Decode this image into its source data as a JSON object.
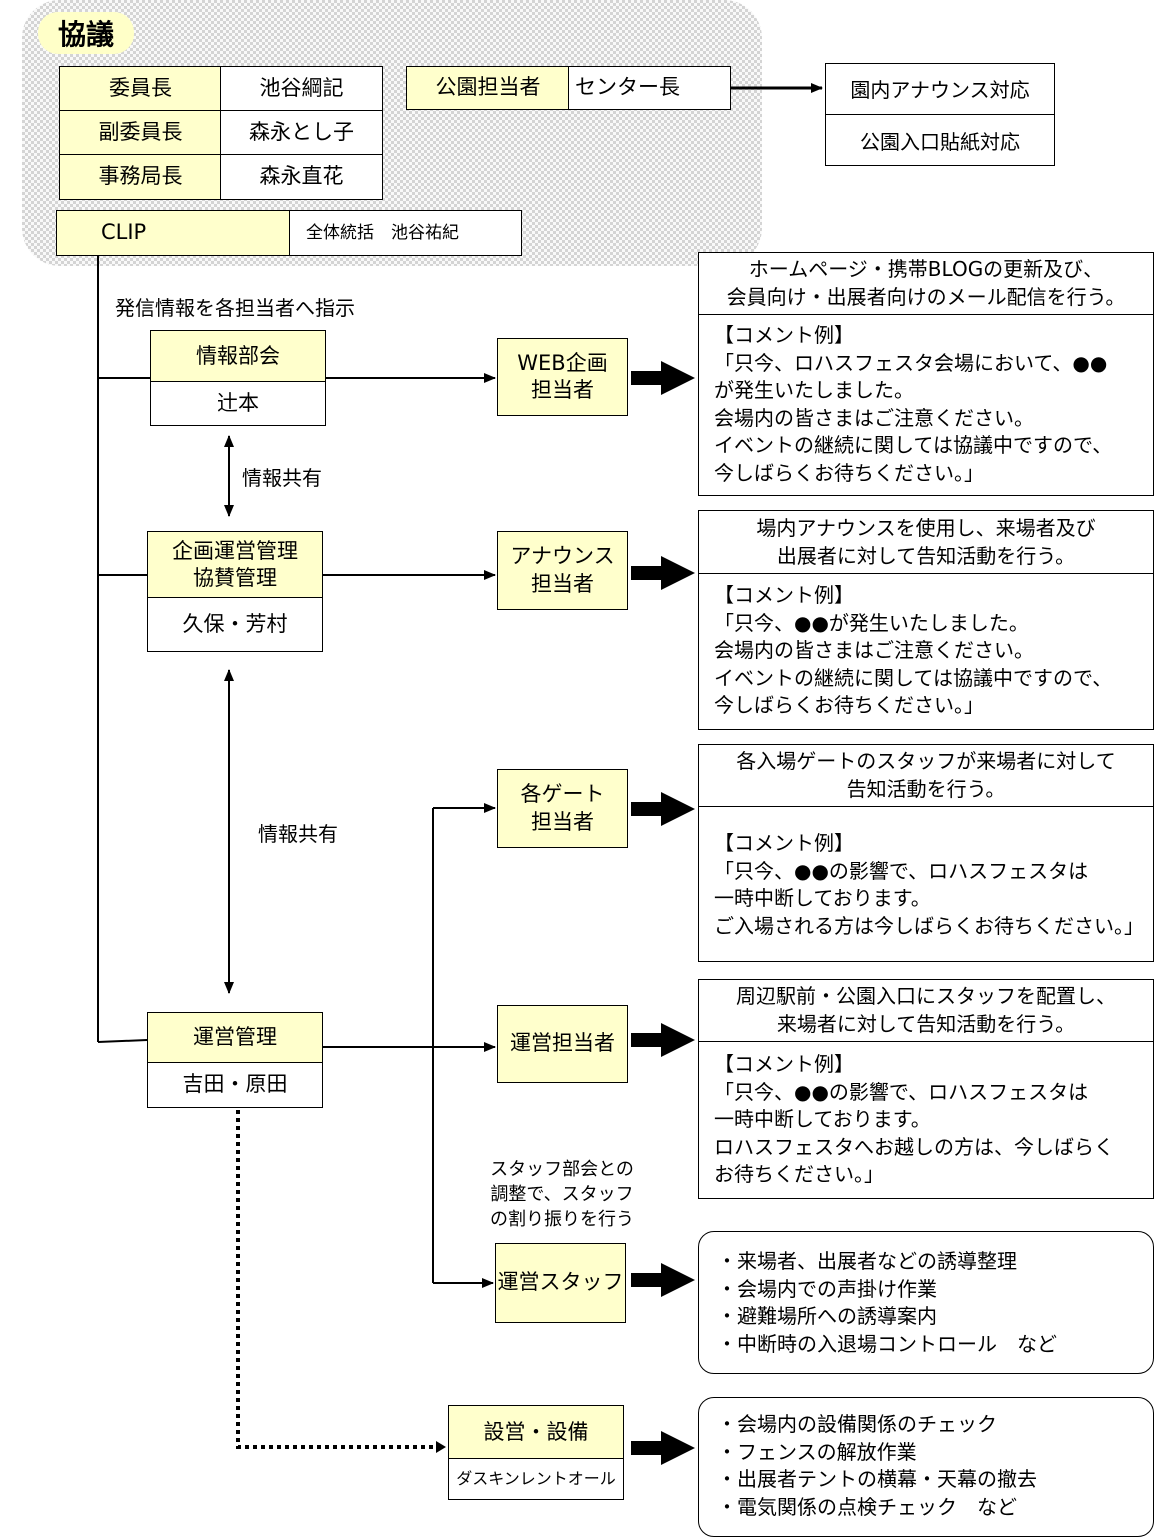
{
  "council": {
    "label": "協議",
    "officers": [
      {
        "role": "委員長",
        "name": "池谷綱記"
      },
      {
        "role": "副委員長",
        "name": "森永とし子"
      },
      {
        "role": "事務局長",
        "name": "森永直花"
      }
    ],
    "clip": {
      "label": "CLIP",
      "detail": "全体統括　池谷祐紀"
    },
    "park": {
      "role": "公園担当者",
      "name": "センター長"
    }
  },
  "park_tasks": [
    "園内アナウンス対応",
    "公園入口貼紙対応"
  ],
  "instruction_label": "発信情報を各担当者へ指示",
  "share_label": "情報共有",
  "departments": {
    "info": {
      "name": "情報部会",
      "members": "辻本"
    },
    "planning": {
      "name": "企画運営管理\n協賛管理",
      "members": "久保・芳村"
    },
    "operations": {
      "name": "運営管理",
      "members": "吉田・原田"
    },
    "setup": {
      "name": "設営・設備",
      "members": "ダスキンレントオール"
    }
  },
  "roles": {
    "web": "WEB企画\n担当者",
    "announce": "アナウンス\n担当者",
    "gate": "各ゲート\n担当者",
    "ops": "運営担当者",
    "staff": "運営スタッフ"
  },
  "staff_note": "スタッフ部会との\n調整で、スタッフ\nの割り振りを行う",
  "actions": {
    "web": {
      "desc": "ホームページ・携帯BLOGの更新及び、\n会員向け・出展者向けのメール配信を行う。",
      "comment": "【コメント例】\n「只今、ロハスフェスタ会場において、●●\nが発生いたしました。\n会場内の皆さまはご注意ください。\nイベントの継続に関しては協議中ですので、\n今しばらくお待ちください。」"
    },
    "announce": {
      "desc": "場内アナウンスを使用し、来場者及び\n出展者に対して告知活動を行う。",
      "comment": "【コメント例】\n「只今、●●が発生いたしました。\n会場内の皆さまはご注意ください。\nイベントの継続に関しては協議中ですので、\n今しばらくお待ちください。」"
    },
    "gate": {
      "desc": "各入場ゲートのスタッフが来場者に対して\n告知活動を行う。",
      "comment": "【コメント例】\n「只今、●●の影響で、ロハスフェスタは\n一時中断しております。\nご入場される方は今しばらくお待ちください。」"
    },
    "ops": {
      "desc": "周辺駅前・公園入口にスタッフを配置し、\n来場者に対して告知活動を行う。",
      "comment": "【コメント例】\n「只今、●●の影響で、ロハスフェスタは\n一時中断しております。\nロハスフェスタへお越しの方は、今しばらく\nお待ちください。」"
    },
    "staff": "・来場者、出展者などの誘導整理\n・会場内での声掛け作業\n・避難場所への誘導案内\n・中断時の入退場コントロール　など",
    "setup": "・会場内の設備関係のチェック\n・フェンスの解放作業\n・出展者テントの横幕・天幕の撤去\n・電気関係の点検チェック　など"
  }
}
